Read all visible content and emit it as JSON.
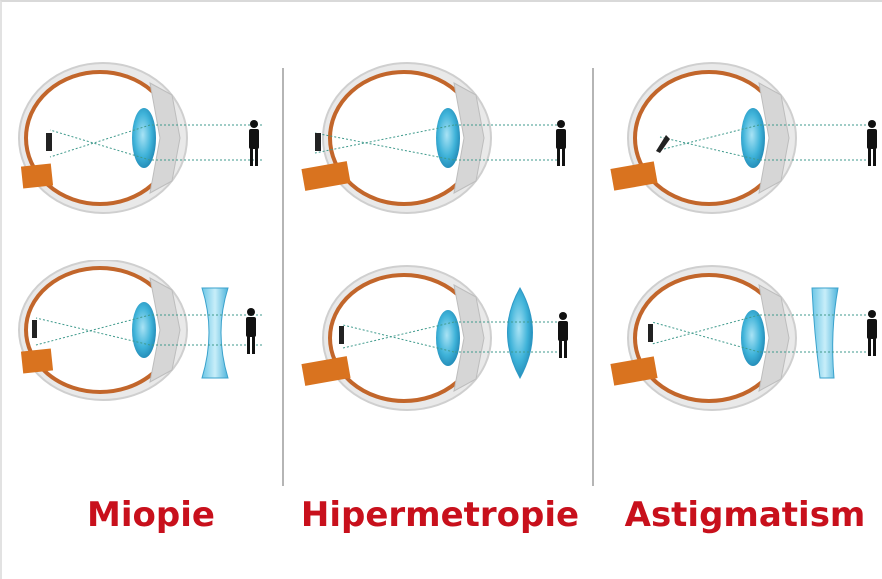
{
  "colors": {
    "label": "#c8101c",
    "sclera": "#d6d6d6",
    "retina": "#c2662b",
    "lens": "#3fb3d9",
    "optic_nerve": "#d9731f",
    "person": "#111111",
    "rays": "#3f9a8c"
  },
  "icons": [
    "eye-cross-section",
    "person-silhouette",
    "concave-lens",
    "convex-lens",
    "cylindrical-lens"
  ],
  "panels": [
    {
      "label": "Miopie",
      "corrective_lens": "concave"
    },
    {
      "label": "Hipermetropie",
      "corrective_lens": "convex"
    },
    {
      "label": "Astigmatism",
      "corrective_lens": "cylindrical"
    }
  ]
}
